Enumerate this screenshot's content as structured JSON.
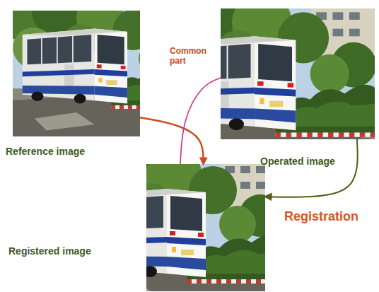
{
  "diagram": {
    "nodes": [
      {
        "text": [
          "Reference image"
        ]
      },
      {
        "text": [
          "Operated image"
        ]
      },
      {
        "text": [
          "Registered image"
        ]
      }
    ],
    "edges": [
      {
        "from": 0,
        "to": 2,
        "arrow": "to"
      },
      {
        "from": 1,
        "to": 2,
        "label": "Common part",
        "arrow": "none"
      },
      {
        "from": 1,
        "to": 2,
        "label": "Registration",
        "arrow": "to"
      }
    ]
  }
}
